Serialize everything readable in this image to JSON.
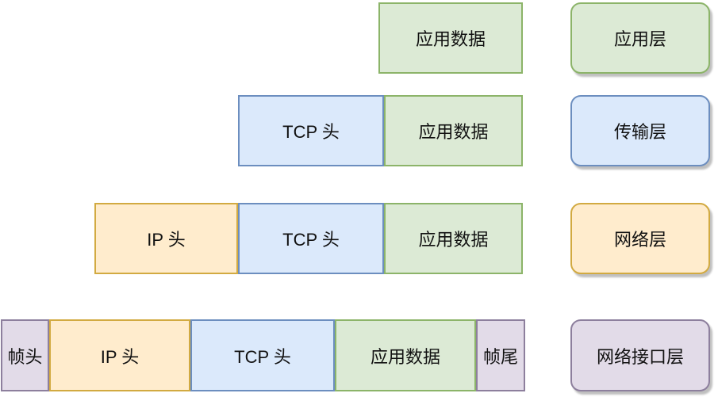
{
  "palette": {
    "green_fill": "#dcead5",
    "green_stroke": "#8cb469",
    "blue_fill": "#dbe9fb",
    "blue_stroke": "#6c8ebf",
    "orange_fill": "#ffeccd",
    "orange_stroke": "#d2aa41",
    "purple_fill": "#e2dbe8",
    "purple_stroke": "#8d7f9d",
    "text_color": "#111111",
    "background": "#ffffff"
  },
  "rows": [
    {
      "layer": "应用层",
      "segments": [
        {
          "label": "应用数据"
        }
      ]
    },
    {
      "layer": "传输层",
      "segments": [
        {
          "label": "TCP 头"
        },
        {
          "label": "应用数据"
        }
      ]
    },
    {
      "layer": "网络层",
      "segments": [
        {
          "label": "IP 头"
        },
        {
          "label": "TCP 头"
        },
        {
          "label": "应用数据"
        }
      ]
    },
    {
      "layer": "网络接口层",
      "segments": [
        {
          "label": "帧头"
        },
        {
          "label": "IP 头"
        },
        {
          "label": "TCP 头"
        },
        {
          "label": "应用数据"
        },
        {
          "label": "帧尾"
        }
      ]
    }
  ]
}
